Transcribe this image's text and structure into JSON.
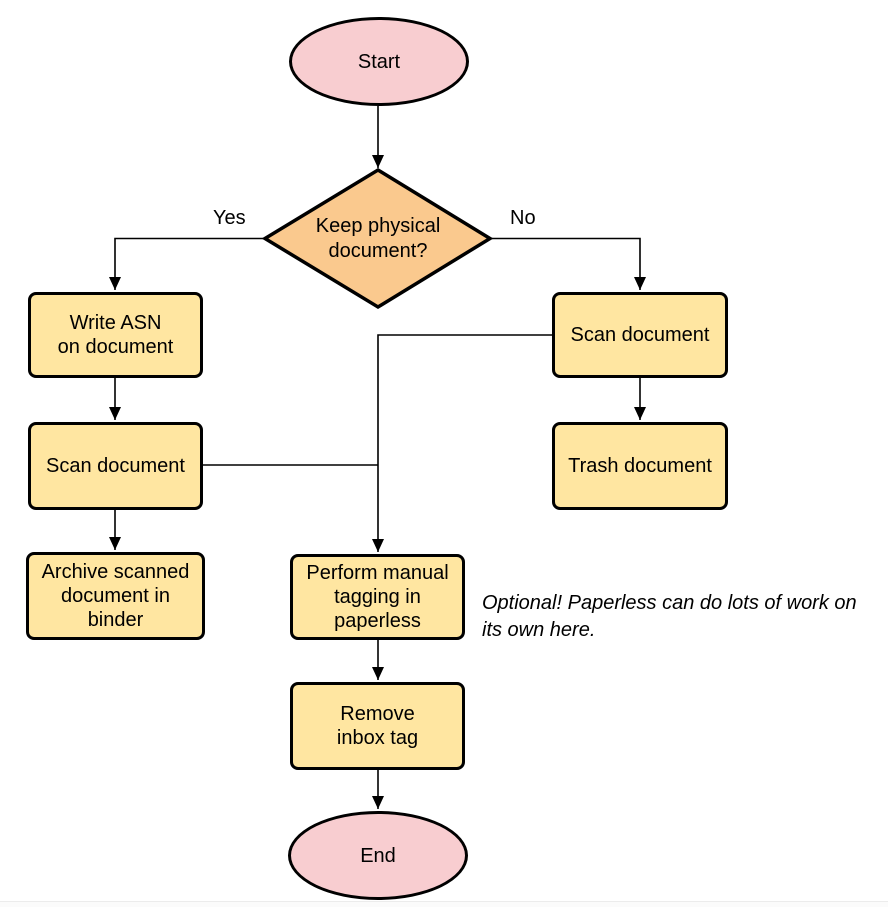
{
  "diagram": {
    "type": "flowchart",
    "nodes": [
      {
        "id": "start",
        "shape": "ellipse",
        "lines": [
          "Start"
        ]
      },
      {
        "id": "decision",
        "shape": "diamond",
        "lines": [
          "Keep physical",
          "document?"
        ]
      },
      {
        "id": "write-asn",
        "shape": "process",
        "lines": [
          "Write ASN",
          "on document"
        ]
      },
      {
        "id": "scan-left",
        "shape": "process",
        "lines": [
          "Scan document"
        ]
      },
      {
        "id": "archive",
        "shape": "process",
        "lines": [
          "Archive scanned",
          "document in",
          "binder"
        ]
      },
      {
        "id": "scan-right",
        "shape": "process",
        "lines": [
          "Scan document"
        ]
      },
      {
        "id": "trash",
        "shape": "process",
        "lines": [
          "Trash document"
        ]
      },
      {
        "id": "tagging",
        "shape": "process",
        "lines": [
          "Perform manual",
          "tagging in",
          "paperless"
        ]
      },
      {
        "id": "remove-inbox",
        "shape": "process",
        "lines": [
          "Remove",
          "inbox tag"
        ]
      },
      {
        "id": "end",
        "shape": "ellipse",
        "lines": [
          "End"
        ]
      }
    ],
    "edge_labels": {
      "yes": "Yes",
      "no": "No"
    },
    "edges": [
      "start -> decision",
      "decision -Yes-> write-asn",
      "decision -No-> scan-right",
      "write-asn -> scan-left",
      "scan-left -> archive",
      "scan-right -> trash",
      "scan-left -> tagging",
      "scan-right -> tagging",
      "tagging -> remove-inbox",
      "remove-inbox -> end"
    ],
    "annotation": {
      "lines": [
        "Optional! Paperless can do lots of work on",
        "its own here."
      ]
    },
    "colors": {
      "terminal_fill": "#f8cdd0",
      "decision_fill": "#fac98e",
      "process_fill": "#ffe6a1",
      "stroke": "#000000",
      "text": "#000000"
    }
  }
}
